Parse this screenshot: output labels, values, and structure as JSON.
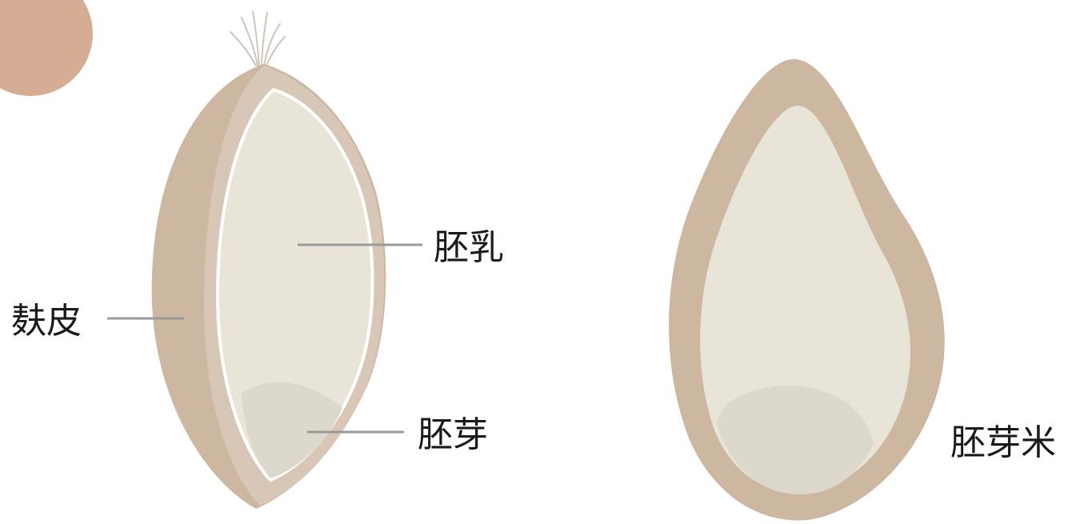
{
  "labels": {
    "bran": "麸皮",
    "endosperm": "胚乳",
    "germ": "胚芽",
    "germ_rice": "胚芽米"
  },
  "colors": {
    "husk": "#cdb7a0",
    "husk_edge": "#d8c7b6",
    "endosperm": "#e8e5d8",
    "germ": "#dcd9cc",
    "leader_line": "#9a9a9a",
    "corner_blob": "#d4ad94",
    "text": "#1a1a1a"
  }
}
